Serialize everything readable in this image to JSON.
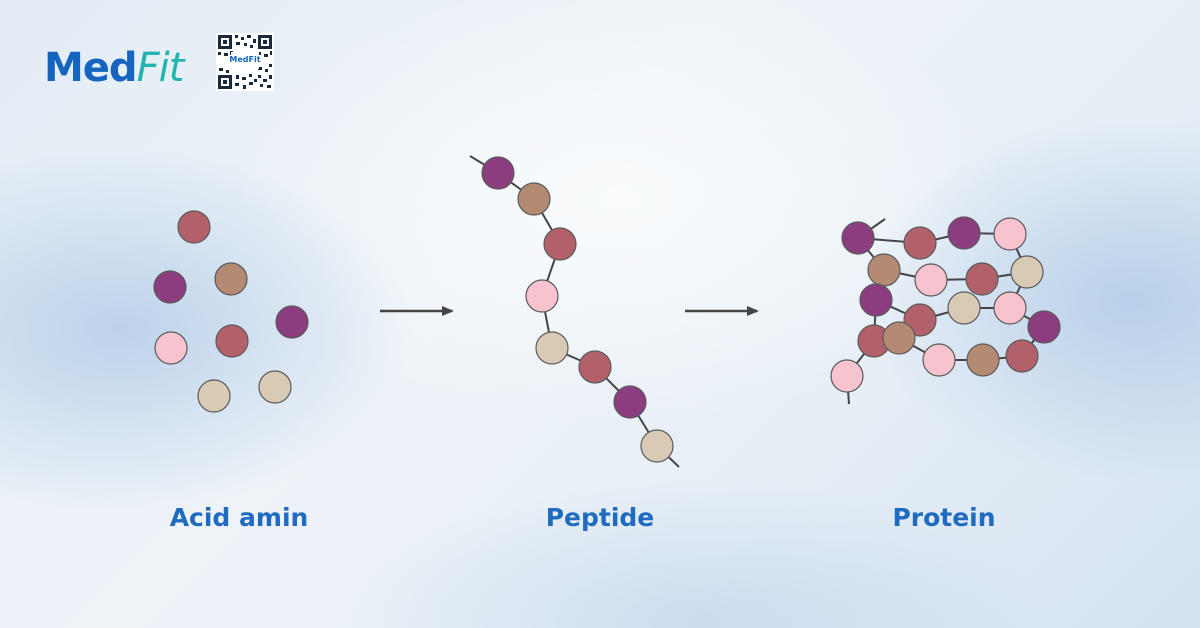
{
  "brand": {
    "name_part1": "Med",
    "name_part2": "Fit",
    "qr_caption": "MedFit"
  },
  "colors": {
    "purple": "#8b3d7f",
    "brown": "#b38b74",
    "red": "#b2616a",
    "pink": "#f6c3cf",
    "beige": "#d9cab6",
    "link": "#454545",
    "label": "#1e6bbf"
  },
  "stages": [
    {
      "label": "Acid amin"
    },
    {
      "label": "Peptide"
    },
    {
      "label": "Protein"
    }
  ],
  "amino_acids": [
    "red",
    "purple",
    "brown",
    "purple",
    "pink",
    "red",
    "beige",
    "beige"
  ],
  "peptide_chain": [
    "purple",
    "brown",
    "red",
    "pink",
    "beige",
    "red",
    "purple",
    "beige"
  ],
  "protein_beads": [
    "purple",
    "red",
    "purple",
    "pink",
    "brown",
    "pink",
    "red",
    "beige",
    "purple",
    "red",
    "beige",
    "pink",
    "purple",
    "red",
    "brown",
    "pink",
    "brown",
    "red",
    "pink"
  ]
}
